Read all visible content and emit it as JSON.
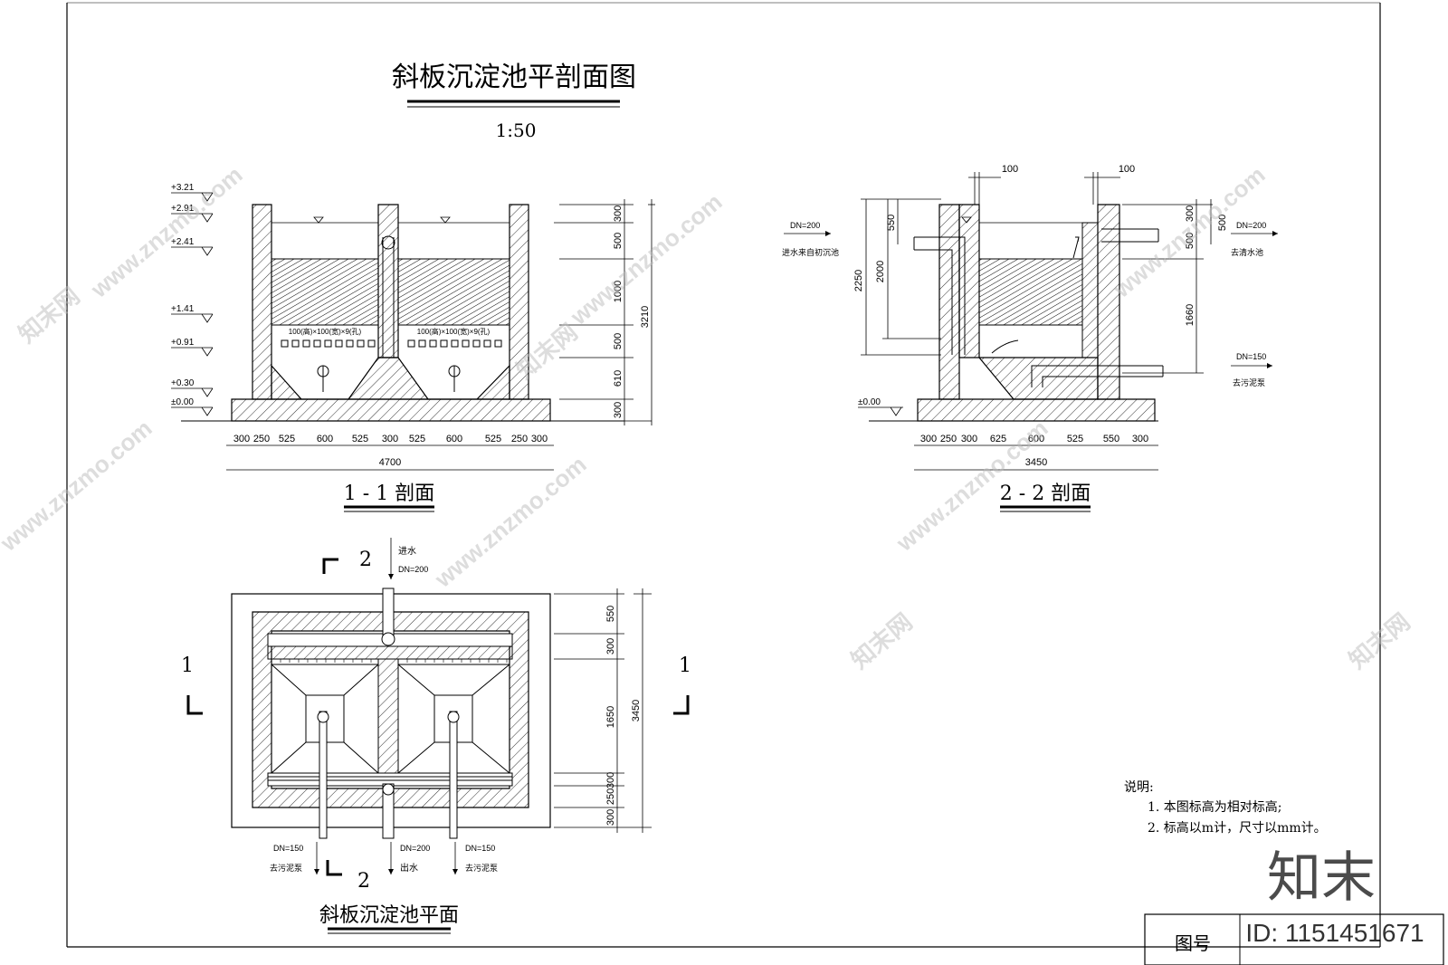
{
  "title": "斜板沉淀池平剖面图",
  "scale": "1:50",
  "section11": {
    "label": "1 - 1 剖面",
    "elevations": [
      "+3.21",
      "+2.91",
      "+2.41",
      "+1.41",
      "+0.91",
      "+0.30",
      "±0.00"
    ],
    "right_dims": [
      "300",
      "500",
      "1000",
      "500",
      "610",
      "300"
    ],
    "total_height": "3210",
    "bottom_dims": [
      "300",
      "250",
      "525",
      "600",
      "525",
      "300",
      "525",
      "600",
      "525",
      "250",
      "300"
    ],
    "total_width": "4700",
    "hole_note": "100(高)×100(宽)×9(孔)"
  },
  "section22": {
    "label": "2 - 2 剖面",
    "top_dim_left": "100",
    "top_dim_right": "100",
    "left_dims": [
      "2250",
      "2000",
      "550"
    ],
    "right_dims": [
      "300",
      "500",
      "500",
      "1660"
    ],
    "inlet_dn": "DN=200",
    "inlet_text": "进水来自初沉池",
    "outlet_dn": "DN=200",
    "outlet_text": "去清水池",
    "sludge_dn": "DN=150",
    "sludge_text": "去污泥泵",
    "elevation": "±0.00",
    "bottom_dims": [
      "300",
      "250",
      "300",
      "625",
      "600",
      "525",
      "550",
      "300"
    ],
    "total_width": "3450"
  },
  "plan": {
    "label": "斜板沉淀池平面",
    "cut1": "1",
    "cut2": "2",
    "inlet_text": "进水",
    "inlet_dn": "DN=200",
    "right_dims": [
      "550",
      "300",
      "1650",
      "300",
      "250",
      "300"
    ],
    "total": "3450",
    "bottom_left_dn": "DN=150",
    "bottom_left_text": "去污泥泵",
    "bottom_mid_dn": "DN=200",
    "bottom_mid_text": "出水",
    "bottom_right_dn": "DN=150",
    "bottom_right_text": "去污泥泵"
  },
  "notes": {
    "heading": "说明:",
    "items": [
      "1. 本图标高为相对标高;",
      "2. 标高以m计，尺寸以mm计。"
    ]
  },
  "title_block": {
    "label": "图号"
  },
  "watermark": {
    "brand": "知末",
    "site": "www.znzmo.com",
    "brand_cn": "知末网",
    "id": "ID: 1151451671"
  }
}
